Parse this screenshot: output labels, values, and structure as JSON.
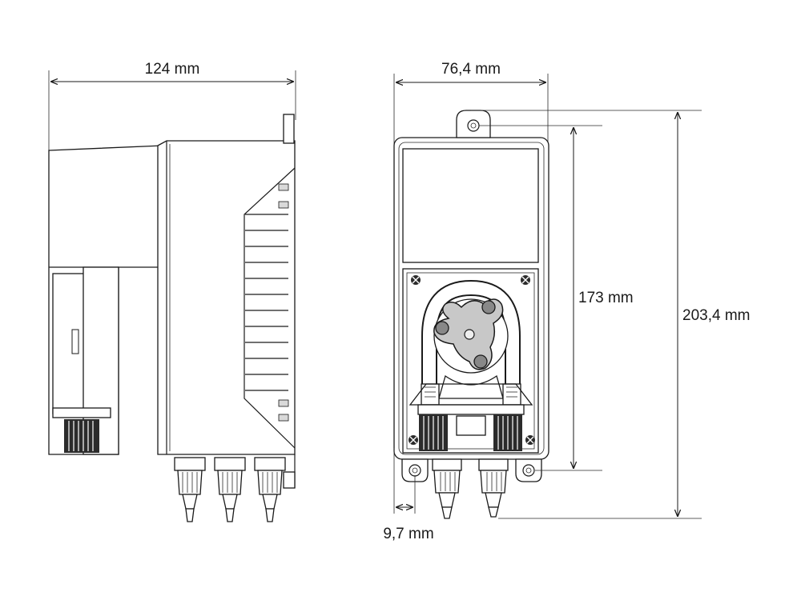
{
  "dimensions": {
    "side_width": "124 mm",
    "front_width": "76,4 mm",
    "hole_spacing": "173 mm",
    "total_height": "203,4 mm",
    "hole_offset": "9,7 mm"
  },
  "colors": {
    "line": "#1a1a1a",
    "panel": "#ffffff",
    "dark_part": "#2b2b2b"
  }
}
